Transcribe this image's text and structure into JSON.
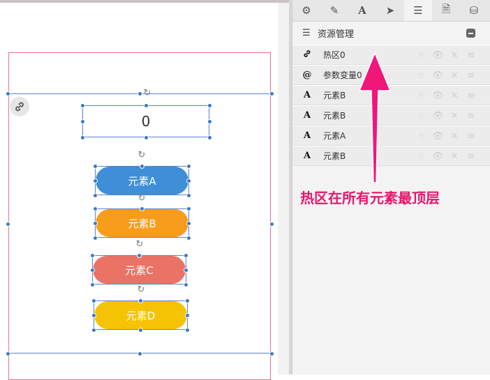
{
  "canvas": {
    "number_display": "0",
    "buttons": [
      {
        "label": "元素A",
        "color": "#3e8ed8"
      },
      {
        "label": "元素B",
        "color": "#f89c1c"
      },
      {
        "label": "元素C",
        "color": "#ea7365"
      },
      {
        "label": "元素D",
        "color": "#f6c304"
      }
    ],
    "hotzone_icon": "link-icon"
  },
  "panel": {
    "tabs": [
      {
        "icon": "gear-icon",
        "glyph": "⚙"
      },
      {
        "icon": "pencil-icon",
        "glyph": "✎"
      },
      {
        "icon": "font-icon",
        "glyph": "A"
      },
      {
        "icon": "send-icon",
        "glyph": "➤"
      },
      {
        "icon": "list-icon",
        "glyph": "☰",
        "active": true
      },
      {
        "icon": "document-icon",
        "glyph": "🗎"
      },
      {
        "icon": "database-icon",
        "glyph": "⛁"
      }
    ],
    "header": {
      "title": "资源管理",
      "icon": "list-icon"
    },
    "layers": [
      {
        "icon": "link-icon",
        "glyph": "🔗",
        "name": "热区0"
      },
      {
        "icon": "at-icon",
        "glyph": "@",
        "name": "参数变量0"
      },
      {
        "icon": "text-icon",
        "glyph": "A",
        "name": "元素B"
      },
      {
        "icon": "text-icon",
        "glyph": "A",
        "name": "元素B"
      },
      {
        "icon": "text-icon",
        "glyph": "A",
        "name": "元素A"
      },
      {
        "icon": "text-icon",
        "glyph": "A",
        "name": "元素B"
      }
    ],
    "row_actions": [
      "hand-icon",
      "eye-icon",
      "delete-icon",
      "drag-icon"
    ]
  },
  "annotation": {
    "text": "热区在所有元素最顶层",
    "color": "#e8156c"
  }
}
